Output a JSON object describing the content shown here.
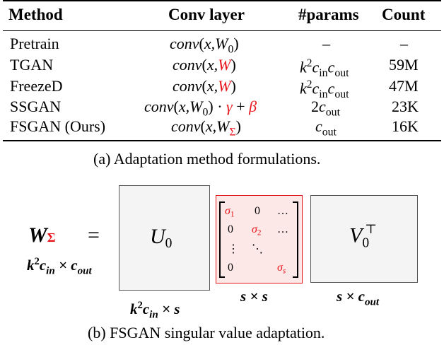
{
  "table": {
    "headers": {
      "method": "Method",
      "conv": "Conv layer",
      "params": "#params",
      "count": "Count"
    },
    "rows": [
      {
        "method": "Pretrain",
        "count": "–",
        "params": "–"
      },
      {
        "method": "TGAN",
        "count": "59M"
      },
      {
        "method": "FreezeD",
        "count": "47M"
      },
      {
        "method": "SSGAN",
        "count": "23K"
      },
      {
        "method": "FSGAN (Ours)",
        "count": "16K"
      }
    ]
  },
  "caption_a": "(a) Adaptation method formulations.",
  "caption_b": "(b) FSGAN singular value adaptation.",
  "diagram": {
    "lhs_dims": "k² c_in × c_out",
    "u_label": "U₀",
    "v_label": "V₀⊤",
    "u_dims": "k² c_in × s",
    "s_dims": "s × s",
    "v_dims": "s × c_out",
    "accent_color": "#e8151b",
    "box_fill": "#f4f4f4",
    "sigma_fill": "#fde8e8"
  }
}
